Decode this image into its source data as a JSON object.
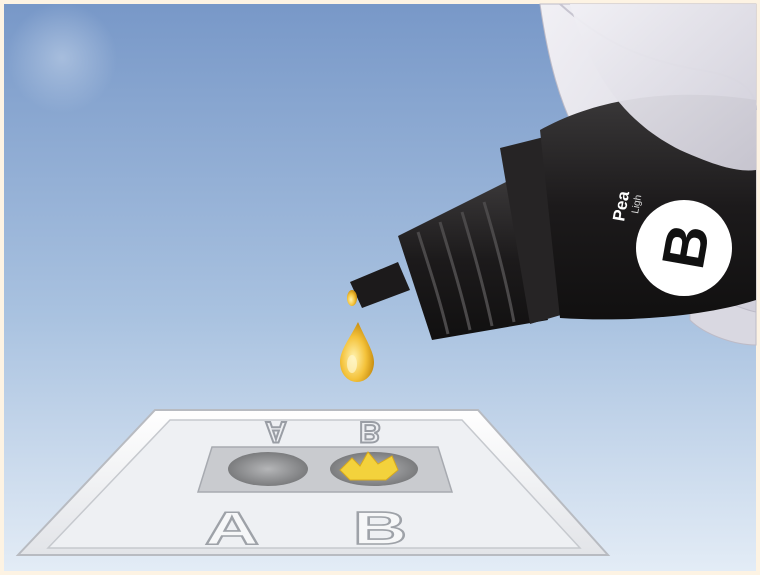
{
  "scene": {
    "description_free": true,
    "bottle": {
      "brand_text": "Pea",
      "sub_text": "Ligh",
      "letter": "B",
      "color": "#1e1c1d"
    },
    "tray": {
      "top_left_letter_inverted": "A",
      "top_right_letter_inverted": "B",
      "bottom_left_letter": "A",
      "bottom_right_letter": "B",
      "color": "#f2f3f5"
    },
    "drop_color": "#f4c23a",
    "sky_top": "#7c9ccb",
    "sky_bottom": "#dde8f4",
    "glove_color": "#e4e3ea"
  }
}
